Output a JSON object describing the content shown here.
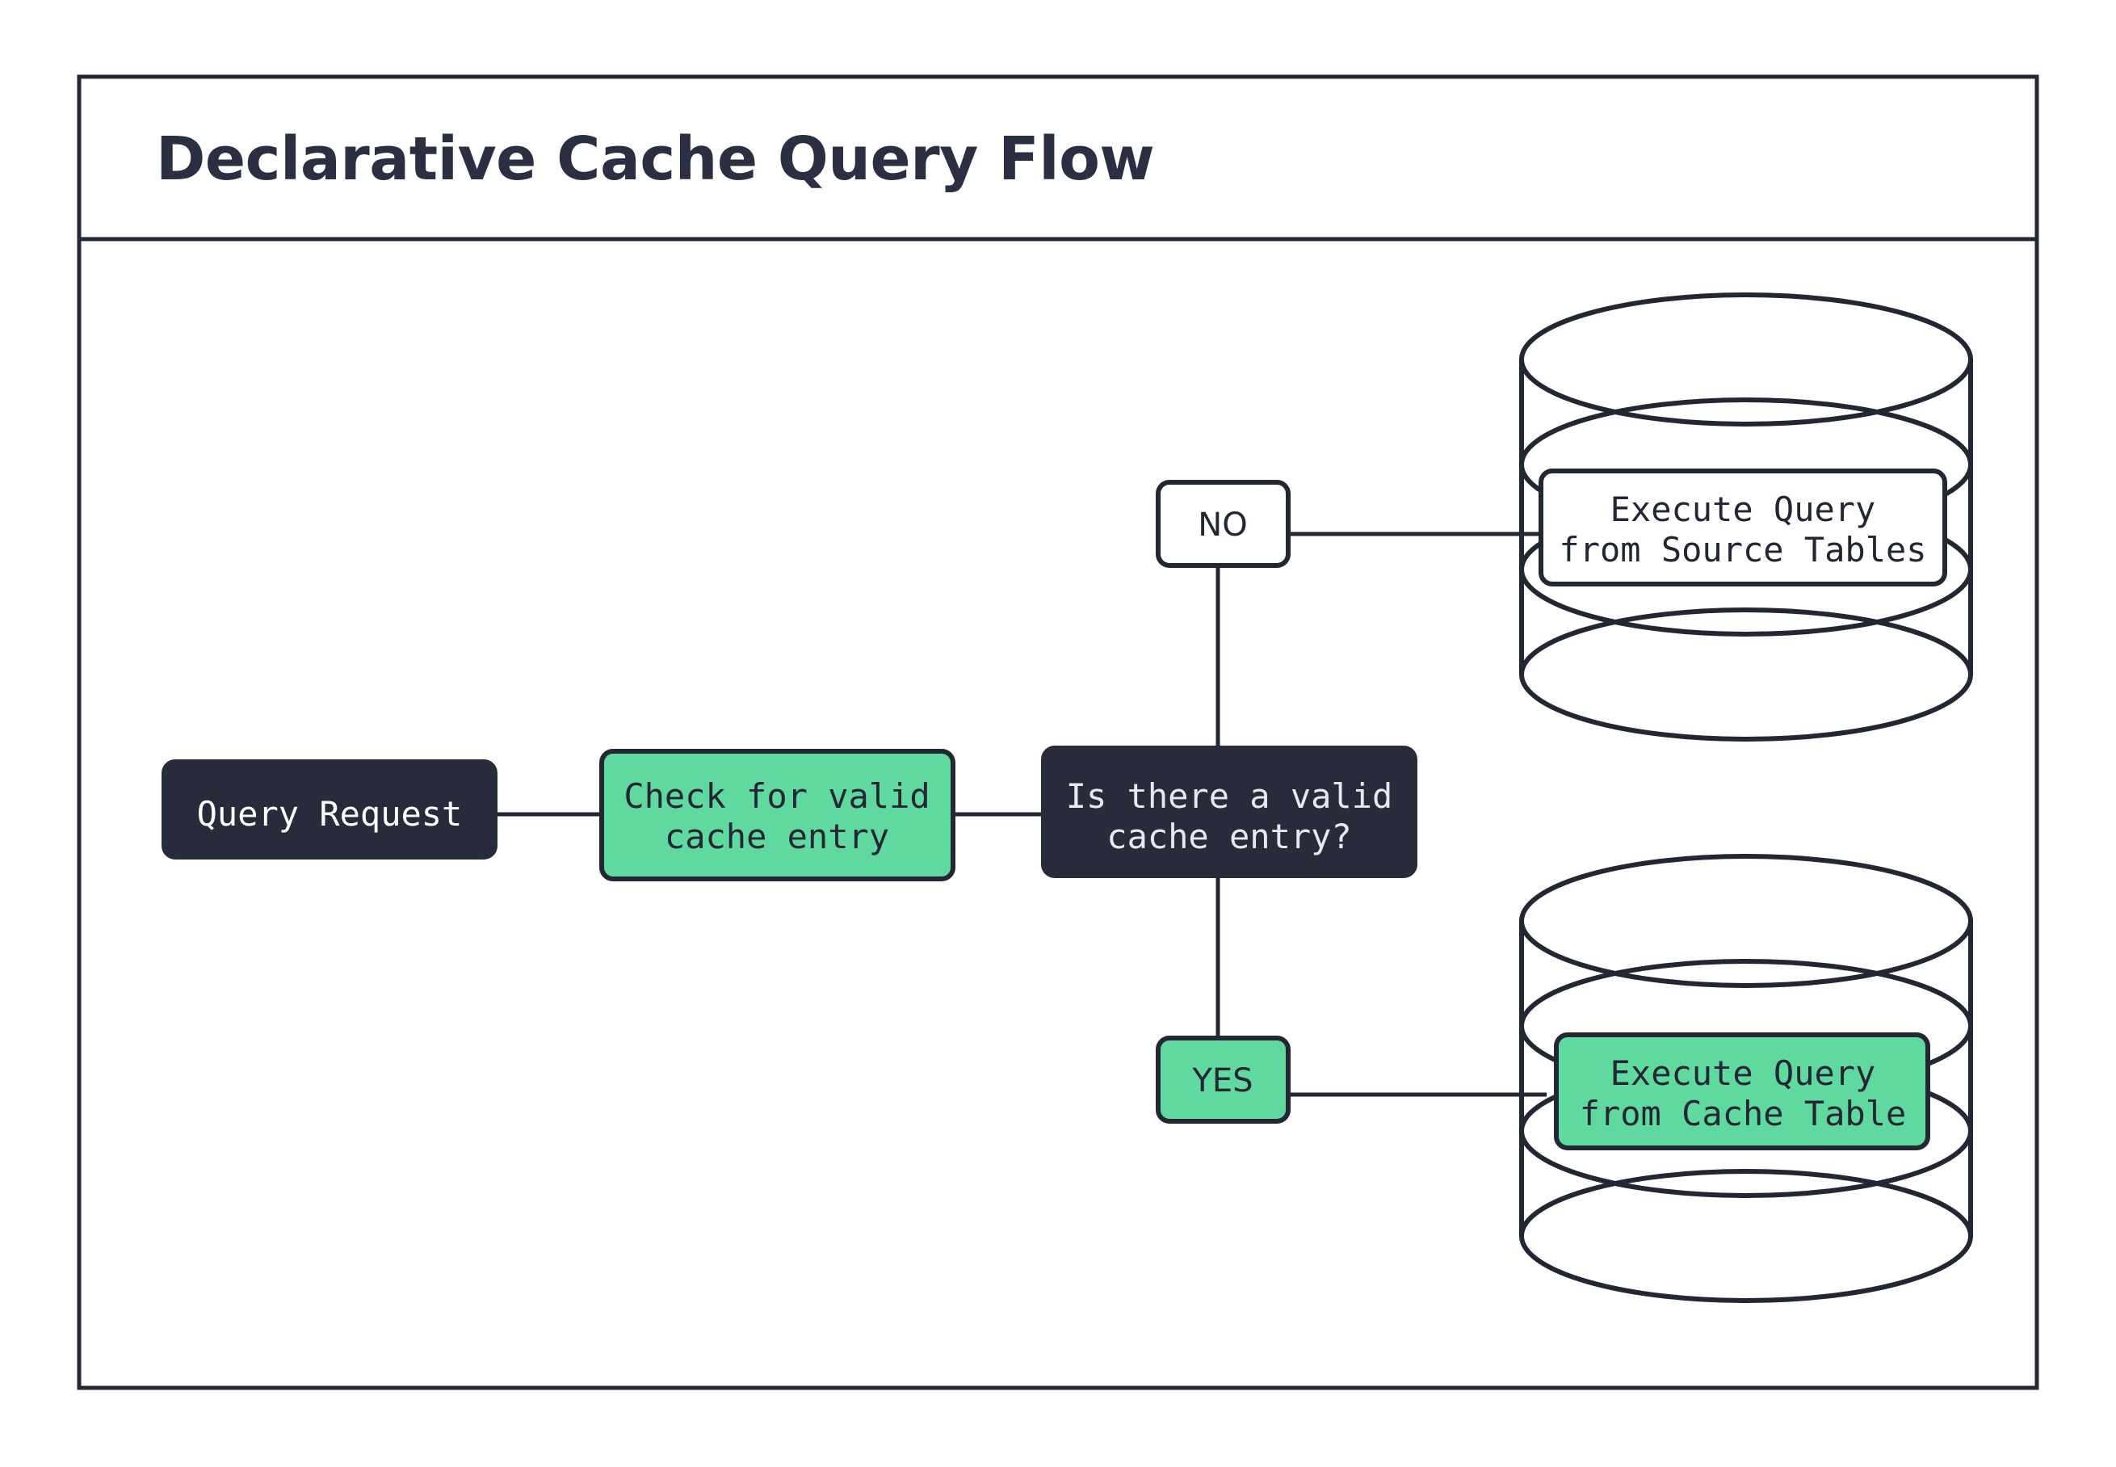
{
  "header": {
    "title": "Declarative Cache Query Flow"
  },
  "colors": {
    "accent_green": "#5fd9a0",
    "dark": "#272b3a",
    "stroke": "#232633",
    "background": "#ffffff",
    "text_light": "#e7e9ee"
  },
  "flow": {
    "start_node": {
      "label": "Query Request",
      "style": "dark"
    },
    "process_node": {
      "label_line1": "Check for valid",
      "label_line2": "cache entry",
      "style": "green"
    },
    "decision_node": {
      "label_line1": "Is there a valid",
      "label_line2": "cache entry?",
      "style": "dark"
    },
    "branches": [
      {
        "label": "NO",
        "style": "white",
        "target": {
          "label_line1": "Execute Query",
          "label_line2": "from Source Tables",
          "style": "white",
          "container": "database-cylinder"
        }
      },
      {
        "label": "YES",
        "style": "green",
        "target": {
          "label_line1": "Execute Query",
          "label_line2": "from Cache Table",
          "style": "green",
          "container": "database-cylinder"
        }
      }
    ]
  }
}
